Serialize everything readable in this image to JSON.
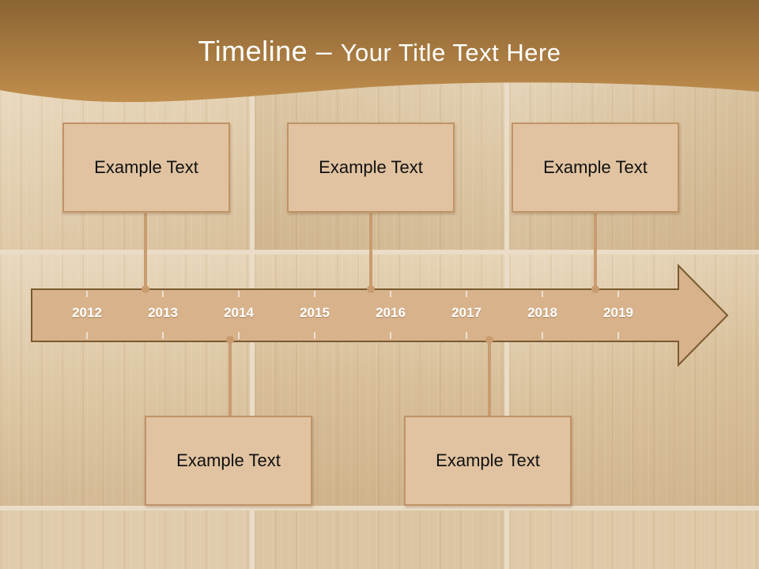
{
  "slide": {
    "title_main": "Timeline – ",
    "title_sub": "Your Title Text Here"
  },
  "colors": {
    "header_brown": "#8b6433",
    "header_light": "#c08e4d",
    "arrow_fill": "#d7b28b",
    "arrow_stroke": "#7a5a30",
    "card_fill": "#e1c3a1",
    "card_border": "#c19366",
    "connector": "#c99c70"
  },
  "timeline": {
    "years": [
      "2012",
      "2013",
      "2014",
      "2015",
      "2016",
      "2017",
      "2018",
      "2019"
    ]
  },
  "events": {
    "top": [
      {
        "text": "Example Text"
      },
      {
        "text": "Example Text"
      },
      {
        "text": "Example Text"
      }
    ],
    "bottom": [
      {
        "text": "Example Text"
      },
      {
        "text": "Example Text"
      }
    ]
  }
}
